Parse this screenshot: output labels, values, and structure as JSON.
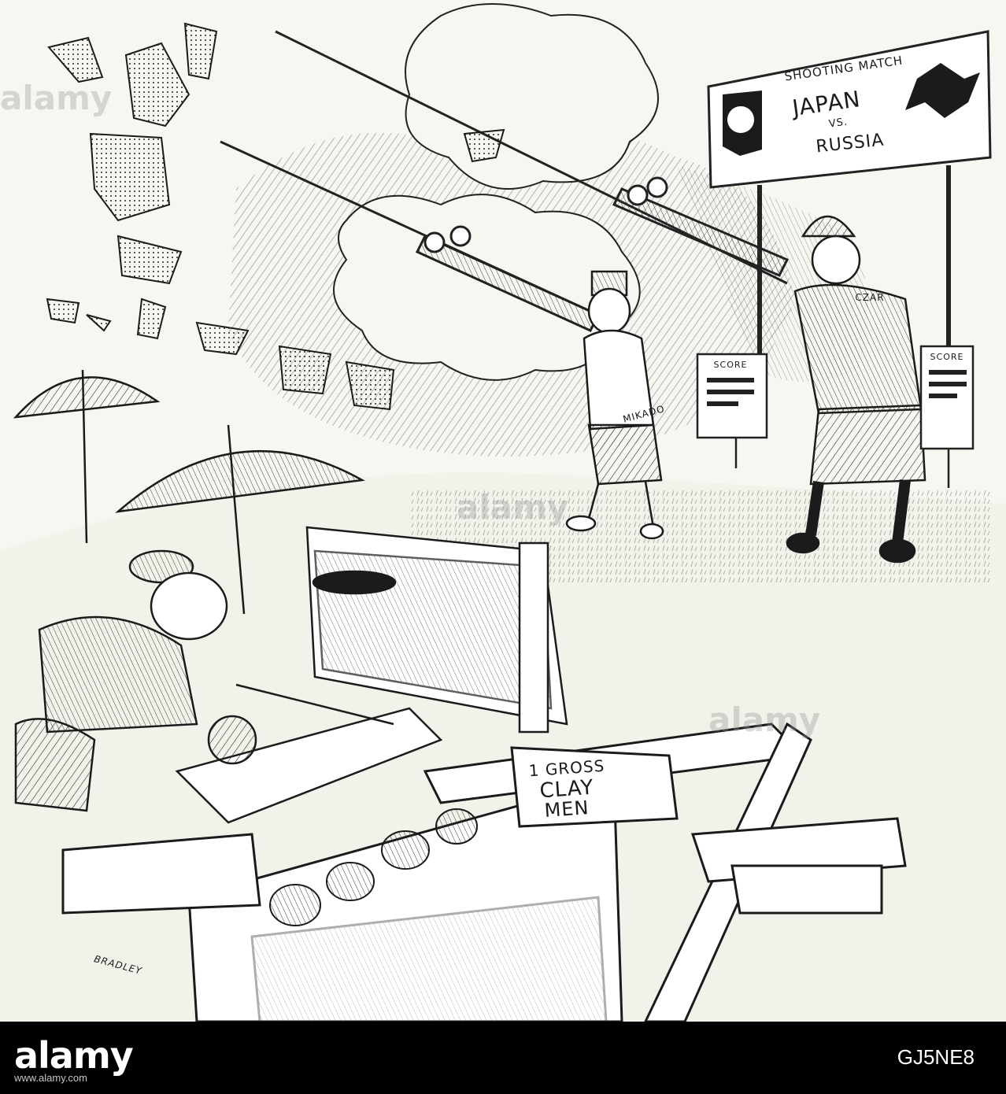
{
  "cartoon": {
    "sign_header": "SHOOTING MATCH",
    "sign_line1": "JAPAN",
    "sign_vs": "VS.",
    "sign_line2": "RUSSIA",
    "japan_label": "MIKADO",
    "russia_label": "CZAR",
    "score_left": "SCORE",
    "score_right": "SCORE",
    "crate_line1": "1 GROSS",
    "crate_line2": "CLAY",
    "crate_line3": "MEN",
    "artist_signature": "BRADLEY"
  },
  "footer": {
    "brand": "alamy",
    "image_id": "GJ5NE8",
    "site": "www.alamy.com"
  },
  "colors": {
    "ink": "#1b1b1b",
    "paper": "#f7f6f1",
    "footer_bg": "#000000"
  }
}
